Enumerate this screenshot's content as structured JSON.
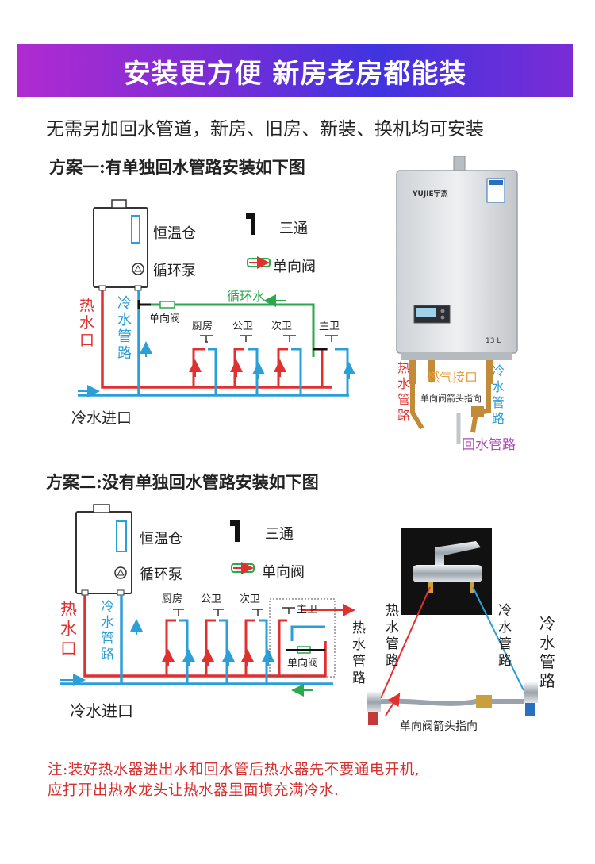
{
  "banner": {
    "title": "安装更方便  新房老房都能装"
  },
  "intro": "无需另加回水管道，新房、旧房、新装、换机均可安装",
  "scheme1": {
    "title": "方案一:有单独回水管路安装如下图",
    "legend": {
      "chamber": "恒温仓",
      "pump": "循环泵",
      "tee": "三通",
      "check_valve": "单向阀"
    },
    "hot_pipe": [
      "热",
      "水",
      "口"
    ],
    "cold_pipe": [
      "冷",
      "水",
      "管",
      "路"
    ],
    "check_valve_label": "单向阀",
    "circulation": "循环水",
    "rooms": [
      "厨房",
      "公卫",
      "次卫",
      "主卫"
    ],
    "cold_inlet": "冷水进口",
    "heater": {
      "brand": "YUJIE宇杰",
      "capacity": "13 L",
      "hot_label": [
        "热",
        "水",
        "管",
        "路"
      ],
      "gas_label": "燃气接口",
      "cold_label": [
        "冷",
        "水",
        "管",
        "路"
      ],
      "arrow_note": "单向阀箭头指向",
      "return_label": "回水管路"
    }
  },
  "scheme2": {
    "title": "方案二:没有单独回水管路安装如下图",
    "legend": {
      "chamber": "恒温仓",
      "pump": "循环泵",
      "tee": "三通",
      "check_valve": "单向阀"
    },
    "hot_pipe": [
      "热",
      "水",
      "口"
    ],
    "cold_pipe": [
      "冷",
      "水",
      "管",
      "路"
    ],
    "rooms": [
      "厨房",
      "公卫",
      "次卫",
      "主卫"
    ],
    "check_valve_label": "单向阀",
    "cold_inlet": "冷水进口",
    "faucet": {
      "hot_a": [
        "热",
        "水",
        "管",
        "路"
      ],
      "hot_b": [
        "热",
        "水",
        "管",
        "路"
      ],
      "cold_a": [
        "冷",
        "水",
        "管",
        "路"
      ],
      "cold_b": [
        "冷",
        "水",
        "管",
        "路"
      ],
      "arrow_note": "单向阀箭头指向"
    }
  },
  "note": {
    "line1": "注:装好热水器进出水和回水管后热水器先不要通电开机,",
    "line2": "应打开出热水龙头让热水器里面填充满冷水."
  },
  "colors": {
    "hot": "#e03030",
    "cold": "#2a9fd8",
    "circulation": "#2aa84a",
    "banner_start": "#b02bd0",
    "banner_mid": "#3f34e0"
  }
}
